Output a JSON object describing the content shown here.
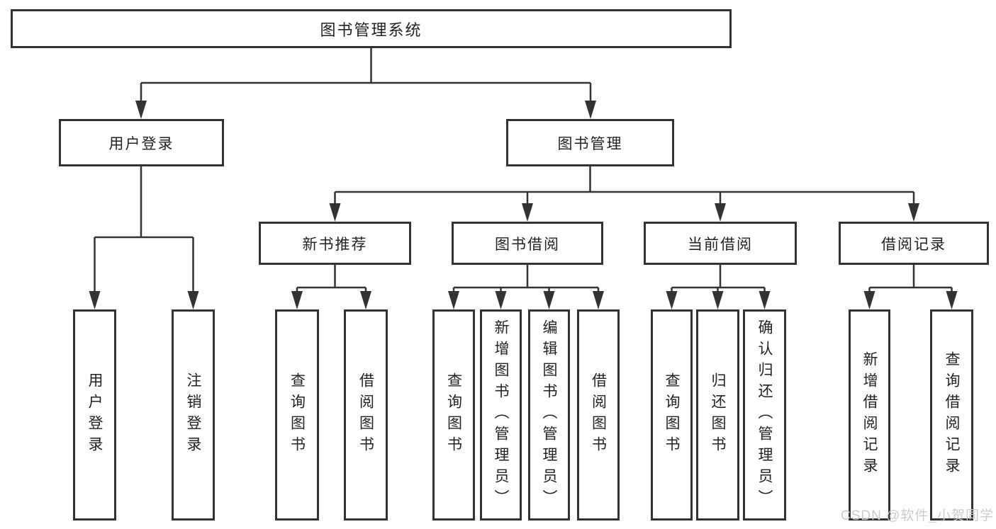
{
  "tree": {
    "label": "图书管理系统",
    "children": [
      {
        "label": "用户登录",
        "children": [
          {
            "label": "用户登录"
          },
          {
            "label": "注销登录"
          }
        ]
      },
      {
        "label": "图书管理",
        "children": [
          {
            "label": "新书推荐",
            "children": [
              {
                "label": "查询图书"
              },
              {
                "label": "借阅图书"
              }
            ]
          },
          {
            "label": "图书借阅",
            "children": [
              {
                "label": "查询图书"
              },
              {
                "label": "新增图书（管理员）"
              },
              {
                "label": "编辑图书（管理员）"
              },
              {
                "label": "借阅图书"
              }
            ]
          },
          {
            "label": "当前借阅",
            "children": [
              {
                "label": "查询图书"
              },
              {
                "label": "归还图书"
              },
              {
                "label": "确认归还（管理员）"
              }
            ]
          },
          {
            "label": "借阅记录",
            "children": [
              {
                "label": "新增借阅记录"
              },
              {
                "label": "查询借阅记录"
              }
            ]
          }
        ]
      }
    ]
  },
  "watermark": {
    "text": "CSDN @软件_小贺同学"
  },
  "colors": {
    "line": "#333333",
    "box_border": "#333333",
    "text": "#222222",
    "watermark": "#cbcbcb",
    "background": "#ffffff"
  }
}
